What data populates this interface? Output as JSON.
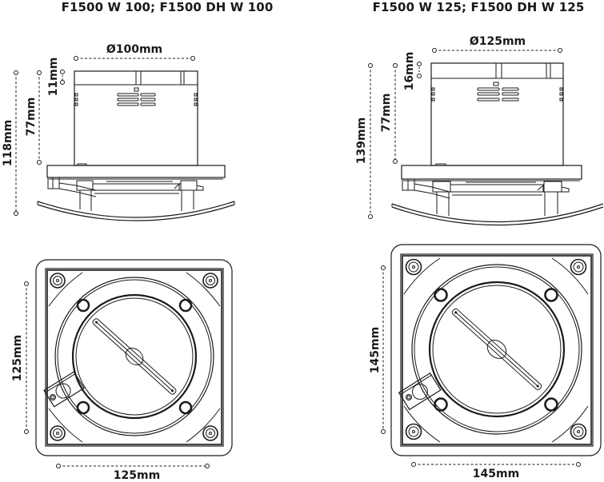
{
  "models": [
    {
      "id": "w100",
      "title": "F1500 W 100; F1500 DH W 100",
      "side_view": {
        "diameter_label": "Ø100mm",
        "collar_label": "11mm",
        "body_height_label": "77mm",
        "total_height_label": "118mm"
      },
      "front_view": {
        "height_label": "125mm",
        "width_label": "125mm"
      }
    },
    {
      "id": "w125",
      "title": "F1500 W 125; F1500 DH W 125",
      "side_view": {
        "diameter_label": "Ø125mm",
        "collar_label": "16mm",
        "body_height_label": "77mm",
        "total_height_label": "139mm"
      },
      "front_view": {
        "height_label": "145mm",
        "width_label": "145mm"
      }
    }
  ],
  "colors": {
    "line": "#1a1a1a",
    "background": "#ffffff"
  }
}
